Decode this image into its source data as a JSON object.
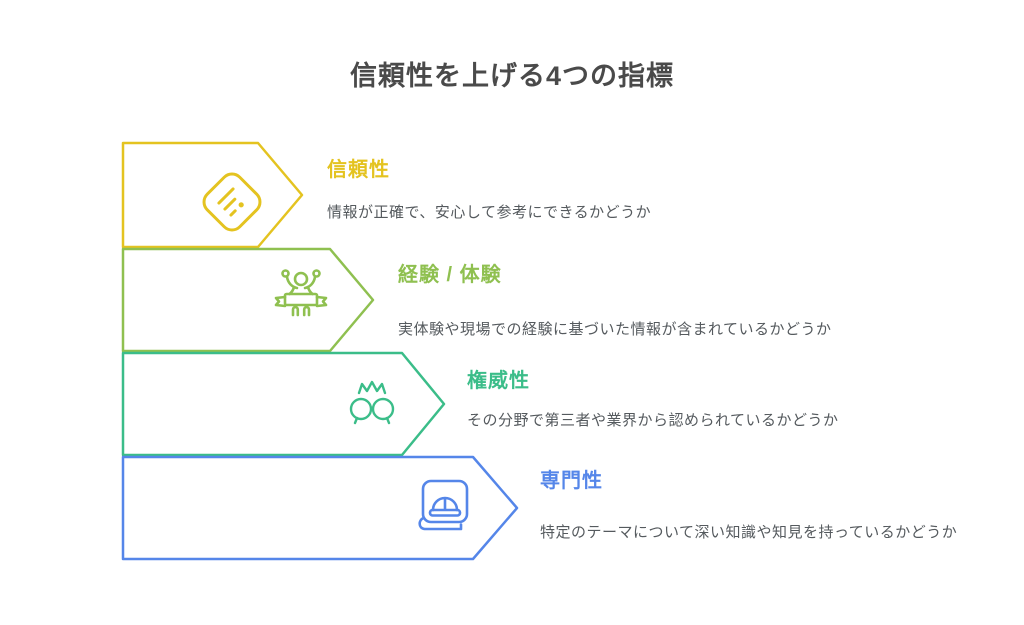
{
  "page": {
    "background_color": "#ffffff",
    "title_color": "#4a4a4a",
    "description_color": "#555a5e"
  },
  "title": {
    "text": "信頼性を上げる4つの指標"
  },
  "items": [
    {
      "label": "信頼性",
      "description": "情報が正確で、安心して参考にできるかどうか",
      "color": "#e4c320",
      "icon": "feed-document-icon"
    },
    {
      "label": "経験 / 体験",
      "description": "実体験や現場での経験に基づいた情報が含まれているかどうか",
      "color": "#8fc050",
      "icon": "finish-line-winner-icon"
    },
    {
      "label": "権威性",
      "description": "その分野で第三者や業界から認められているかどうか",
      "color": "#3bbd89",
      "icon": "crowned-heads-icon"
    },
    {
      "label": "専門性",
      "description": "特定のテーマについて深い知識や知見を持っているかどうか",
      "color": "#5586e9",
      "icon": "hardhat-manual-icon"
    }
  ]
}
